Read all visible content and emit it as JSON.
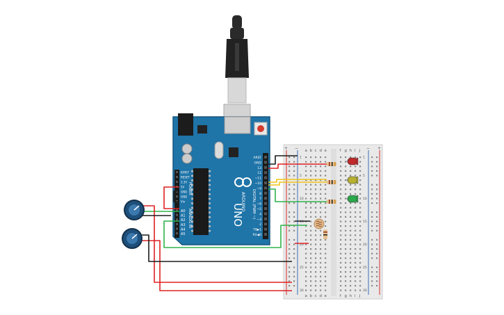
{
  "colors": {
    "board": "#1f74a8",
    "board_edge": "#15577f",
    "breadboard": "#e9e9e9",
    "rail_red": "#d9302c",
    "rail_blue": "#3b6fb6",
    "wire_red": "#e02020",
    "wire_black": "#1a1a1a",
    "wire_green": "#2fb34a",
    "wire_yellow": "#f0c419",
    "led_red": "#c0282a",
    "led_yellow": "#b8b030",
    "led_green": "#2aa84a"
  },
  "arduino": {
    "brand": "ARDUINO",
    "model": "UNO",
    "digital_header": "DIGITAL (PWM ~)",
    "power_header": "POWER",
    "analog_header": "ANALOG IN",
    "top_pins": [
      "AREF",
      "GND",
      "13",
      "12",
      "~11",
      "~10",
      "~9",
      "8",
      "7",
      "~6",
      "~5",
      "4",
      "~3",
      "2",
      "TX▶1",
      "RX◀0"
    ],
    "power_pins": [
      "IOREF",
      "RESET",
      "3.3V",
      "5V",
      "GND",
      "GND",
      "Vin"
    ],
    "analog_pins": [
      "A0",
      "A1",
      "A2",
      "A3",
      "A4",
      "A5"
    ]
  },
  "breadboard": {
    "column_letters_left": [
      "a",
      "b",
      "c",
      "d",
      "e"
    ],
    "column_letters_right": [
      "f",
      "g",
      "h",
      "i",
      "j"
    ],
    "row_numbers": [
      "1",
      "5",
      "10",
      "15",
      "20",
      "25",
      "30"
    ],
    "rail_plus": "+",
    "rail_minus": "−"
  },
  "components": {
    "leds": [
      {
        "name": "red-led",
        "color": "#c0282a"
      },
      {
        "name": "yellow-led",
        "color": "#b8b030"
      },
      {
        "name": "green-led",
        "color": "#2aa84a"
      }
    ],
    "potentiometers": [
      "potentiometer-1",
      "potentiometer-2"
    ],
    "photoresistor": "photoresistor"
  }
}
